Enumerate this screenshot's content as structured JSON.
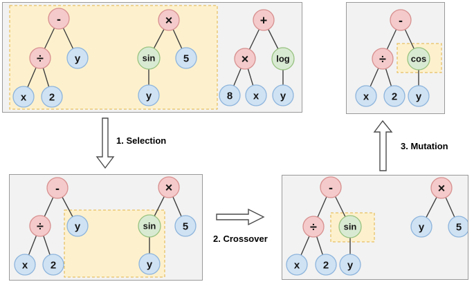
{
  "steps": [
    {
      "label": "1. Selection"
    },
    {
      "label": "2. Crossover"
    },
    {
      "label": "3. Mutation"
    }
  ],
  "colors": {
    "operator_fill": "#f5caca",
    "operator_stroke": "#d78f8f",
    "function_fill": "#d9ead3",
    "function_stroke": "#97c27f",
    "terminal_fill": "#cfe2f3",
    "terminal_stroke": "#8db4dc",
    "highlight_fill": "#fdf1cd",
    "highlight_stroke": "#e2b344",
    "panel_background": "#f2f2f2",
    "panel_border": "#999999",
    "edge_stroke": "#3f3f3f"
  },
  "panels": [
    {
      "id": "initial-population",
      "nodes": [
        {
          "label": "-",
          "kind": "operator"
        },
        {
          "label": "÷",
          "kind": "operator"
        },
        {
          "label": "y",
          "kind": "terminal"
        },
        {
          "label": "x",
          "kind": "terminal"
        },
        {
          "label": "2",
          "kind": "terminal"
        },
        {
          "label": "×",
          "kind": "operator"
        },
        {
          "label": "sin",
          "kind": "function"
        },
        {
          "label": "5",
          "kind": "terminal"
        },
        {
          "label": "y",
          "kind": "terminal"
        },
        {
          "label": "+",
          "kind": "operator"
        },
        {
          "label": "×",
          "kind": "operator"
        },
        {
          "label": "log",
          "kind": "function"
        },
        {
          "label": "8",
          "kind": "terminal"
        },
        {
          "label": "x",
          "kind": "terminal"
        },
        {
          "label": "y",
          "kind": "terminal"
        }
      ]
    },
    {
      "id": "mutated-offspring",
      "nodes": [
        {
          "label": "-",
          "kind": "operator"
        },
        {
          "label": "÷",
          "kind": "operator"
        },
        {
          "label": "cos",
          "kind": "function"
        },
        {
          "label": "x",
          "kind": "terminal"
        },
        {
          "label": "2",
          "kind": "terminal"
        },
        {
          "label": "y",
          "kind": "terminal"
        }
      ]
    },
    {
      "id": "selected-parents",
      "nodes": [
        {
          "label": "-",
          "kind": "operator"
        },
        {
          "label": "÷",
          "kind": "operator"
        },
        {
          "label": "y",
          "kind": "terminal"
        },
        {
          "label": "x",
          "kind": "terminal"
        },
        {
          "label": "2",
          "kind": "terminal"
        },
        {
          "label": "×",
          "kind": "operator"
        },
        {
          "label": "sin",
          "kind": "function"
        },
        {
          "label": "5",
          "kind": "terminal"
        },
        {
          "label": "y",
          "kind": "terminal"
        }
      ]
    },
    {
      "id": "crossover-offspring",
      "nodes": [
        {
          "label": "-",
          "kind": "operator"
        },
        {
          "label": "÷",
          "kind": "operator"
        },
        {
          "label": "sin",
          "kind": "function"
        },
        {
          "label": "x",
          "kind": "terminal"
        },
        {
          "label": "2",
          "kind": "terminal"
        },
        {
          "label": "y",
          "kind": "terminal"
        },
        {
          "label": "×",
          "kind": "operator"
        },
        {
          "label": "y",
          "kind": "terminal"
        },
        {
          "label": "5",
          "kind": "terminal"
        }
      ]
    }
  ]
}
